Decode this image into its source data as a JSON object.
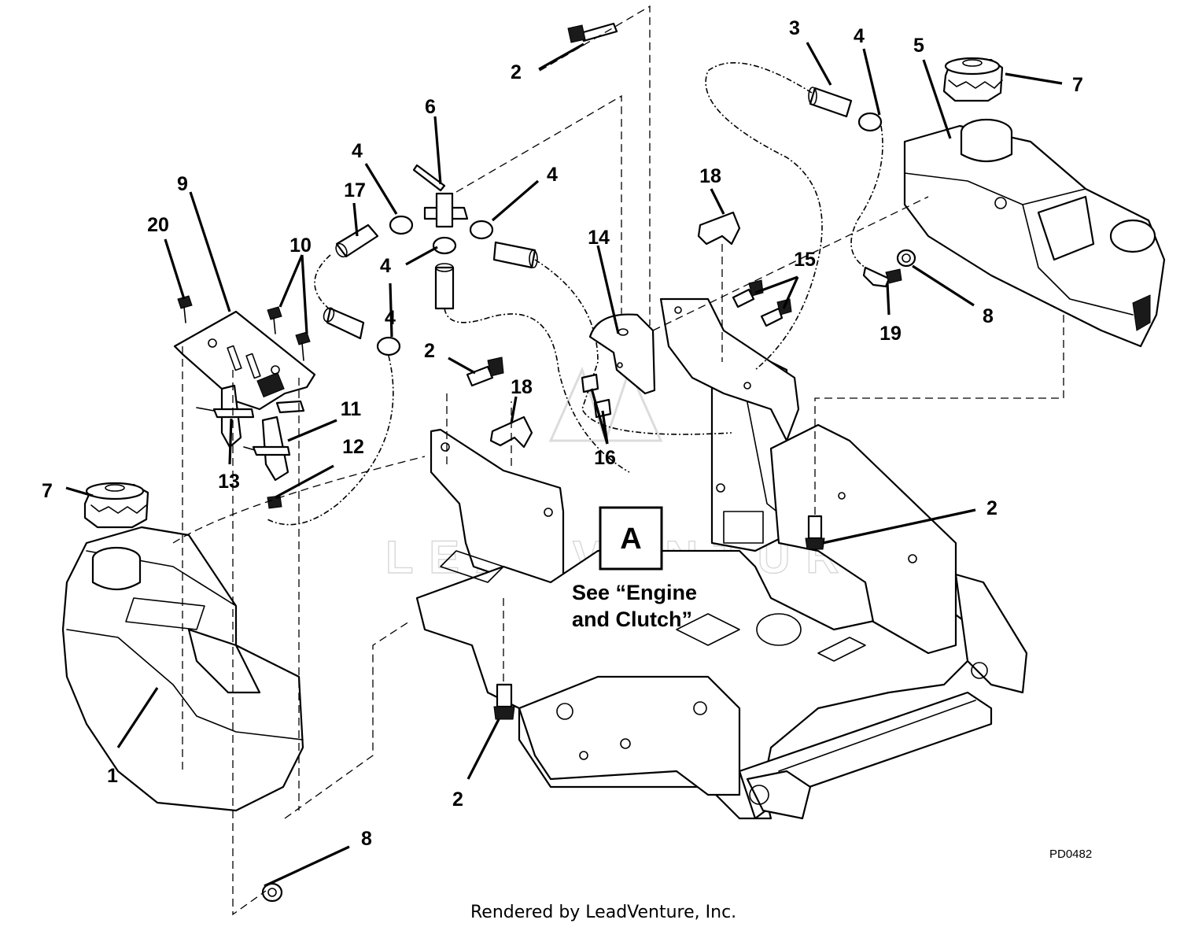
{
  "callouts": [
    {
      "label": "1"
    },
    {
      "label": "2"
    },
    {
      "label": "2"
    },
    {
      "label": "2"
    },
    {
      "label": "2"
    },
    {
      "label": "3"
    },
    {
      "label": "4"
    },
    {
      "label": "4"
    },
    {
      "label": "4"
    },
    {
      "label": "4"
    },
    {
      "label": "4"
    },
    {
      "label": "5"
    },
    {
      "label": "6"
    },
    {
      "label": "7"
    },
    {
      "label": "7"
    },
    {
      "label": "8"
    },
    {
      "label": "8"
    },
    {
      "label": "9"
    },
    {
      "label": "10"
    },
    {
      "label": "11"
    },
    {
      "label": "12"
    },
    {
      "label": "13"
    },
    {
      "label": "14"
    },
    {
      "label": "15"
    },
    {
      "label": "16"
    },
    {
      "label": "17"
    },
    {
      "label": "18"
    },
    {
      "label": "18"
    },
    {
      "label": "19"
    },
    {
      "label": "20"
    }
  ],
  "reference": {
    "letter": "A",
    "line1": "See “Engine",
    "line2": "and Clutch”"
  },
  "drawing_code": "PD0482",
  "watermark": "LEADVENTURE",
  "credit": "Rendered by LeadVenture, Inc."
}
